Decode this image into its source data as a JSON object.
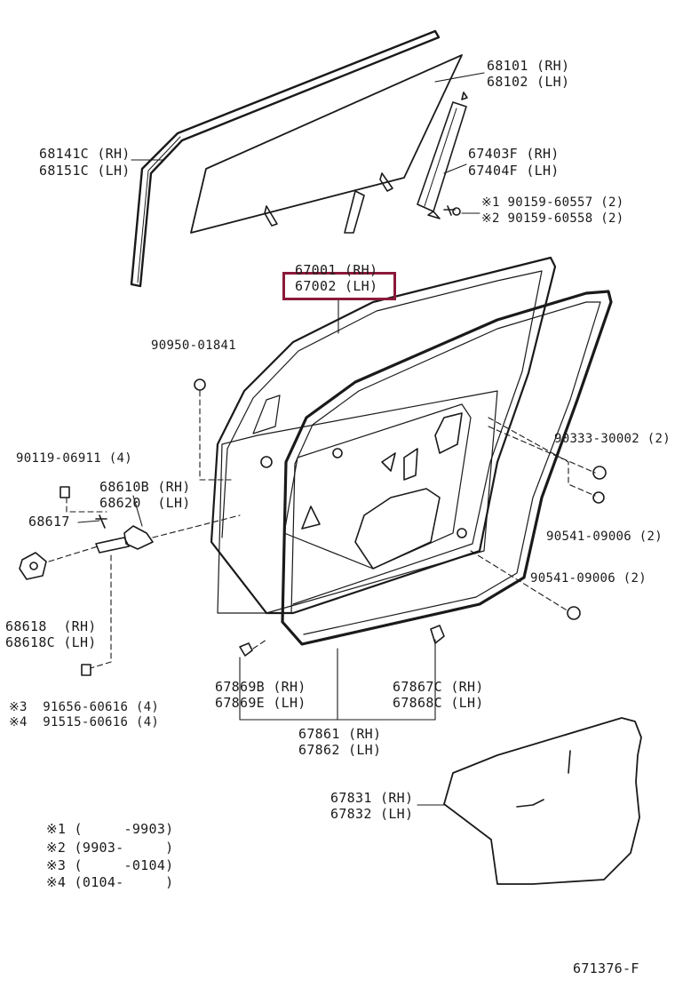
{
  "labels": {
    "p68101": "68101 (RH)",
    "p68102": "68102 (LH)",
    "p68141c": "68141C (RH)",
    "p68151c": "68151C (LH)",
    "p67403f": "67403F (RH)",
    "p67404f": "67404F (LH)",
    "p90159a": "※1 90159-60557 (2)",
    "p90159b": "※2 90159-60558 (2)",
    "p67001": "67001 (RH)",
    "p67002": "67002 (LH)",
    "p90950": "90950-01841",
    "p90119": "90119-06911 (4)",
    "p68610b": "68610B (RH)",
    "p68620": "68620  (LH)",
    "p68617": "68617",
    "p90333": "90333-30002 (2)",
    "p90541a": "90541-09006 (2)",
    "p90541b": "90541-09006 (2)",
    "p68618": "68618  (RH)",
    "p68618c": "68618C (LH)",
    "p67869b": "67869B (RH)",
    "p67869e": "67869E (LH)",
    "p67867c": "67867C (RH)",
    "p67868c": "67868C (LH)",
    "p91656": "※3  91656-60616 (4)",
    "p91515": "※4  91515-60616 (4)",
    "p67861": "67861 (RH)",
    "p67862": "67862 (LH)",
    "p67831": "67831 (RH)",
    "p67832": "67832 (LH)"
  },
  "notes": [
    "※1 (     -9903)",
    "※2 (9903-     )",
    "※3 (     -0104)",
    "※4 (0104-     )"
  ],
  "figure_code": "671376-F",
  "colors": {
    "highlight": "#8b1a3a",
    "line": "#1a1a1a"
  }
}
